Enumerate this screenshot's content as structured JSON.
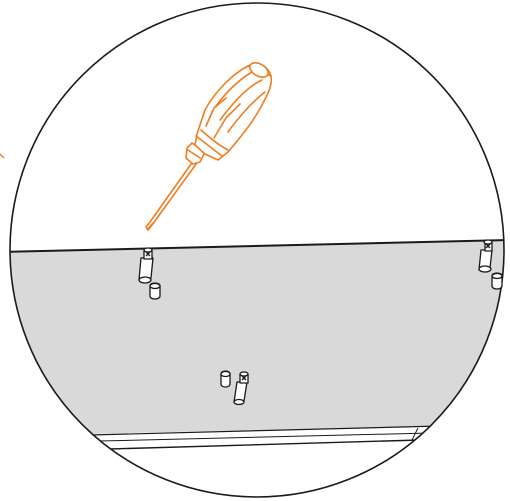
{
  "diagram": {
    "kind": "assembly-instruction-detail",
    "colors": {
      "background": "#ffffff",
      "outline": "#1a1a1a",
      "panel_fill": "#d9d9d9",
      "tool_accent": "#f07d1f",
      "tool_fill": "#ffffff"
    },
    "tool": {
      "name": "phillips-screwdriver",
      "icon": "screwdriver-icon"
    },
    "panel": {
      "name": "board-panel"
    },
    "fasteners": [
      {
        "name": "cam-bolt-inserted-1",
        "icon": "cam-bolt-icon"
      },
      {
        "name": "dowel-1",
        "icon": "dowel-icon"
      },
      {
        "name": "cam-bolt-inserted-2",
        "icon": "cam-bolt-icon"
      },
      {
        "name": "dowel-2",
        "icon": "dowel-icon"
      },
      {
        "name": "cam-bolt-inserted-3",
        "icon": "cam-bolt-icon"
      },
      {
        "name": "dowel-3",
        "icon": "dowel-icon"
      }
    ]
  }
}
